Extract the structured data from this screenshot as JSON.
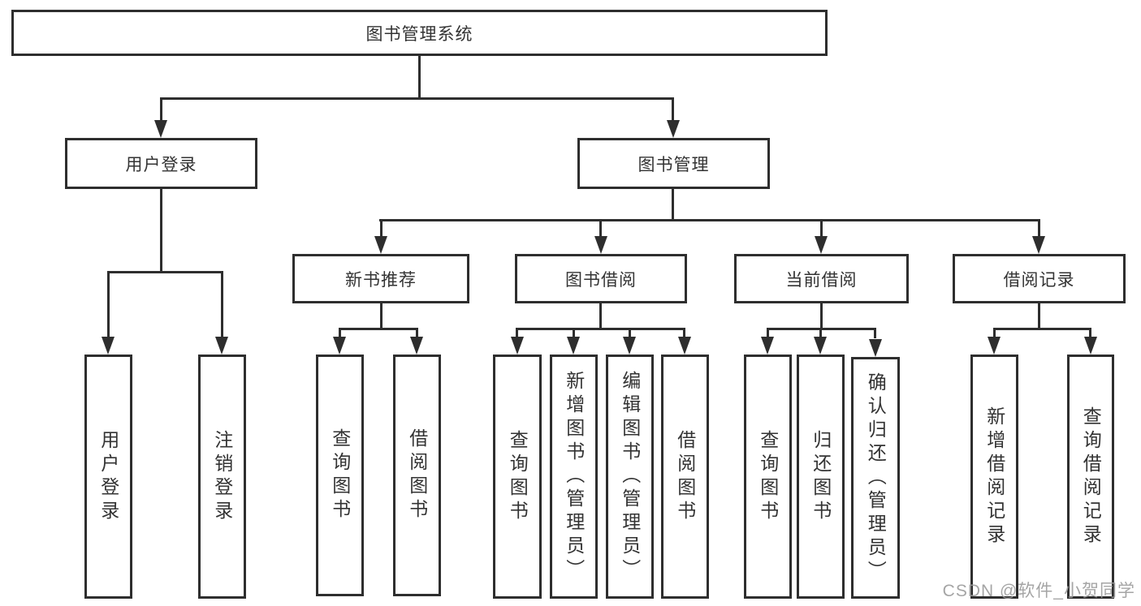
{
  "diagram": {
    "title": "图书管理系统",
    "tree": {
      "label": "图书管理系统",
      "children": [
        {
          "label": "用户登录",
          "children": [
            {
              "label": "用户登录"
            },
            {
              "label": "注销登录"
            }
          ]
        },
        {
          "label": "图书管理",
          "children": [
            {
              "label": "新书推荐",
              "children": [
                {
                  "label": "查询图书"
                },
                {
                  "label": "借阅图书"
                }
              ]
            },
            {
              "label": "图书借阅",
              "children": [
                {
                  "label": "查询图书"
                },
                {
                  "label": "新增图书（管理员）"
                },
                {
                  "label": "编辑图书（管理员）"
                },
                {
                  "label": "借阅图书"
                }
              ]
            },
            {
              "label": "当前借阅",
              "children": [
                {
                  "label": "查询图书"
                },
                {
                  "label": "归还图书"
                },
                {
                  "label": "确认归还（管理员）"
                }
              ]
            },
            {
              "label": "借阅记录",
              "children": [
                {
                  "label": "新增借阅记录"
                },
                {
                  "label": "查询借阅记录"
                }
              ]
            }
          ]
        }
      ]
    },
    "colors": {
      "line": "#2e2e2e",
      "text": "#333333",
      "box_background": "#ffffff",
      "page_background": "#ffffff",
      "watermark": "#9b9b9b"
    }
  },
  "watermark": {
    "text": "CSDN @软件_小贺同学"
  }
}
